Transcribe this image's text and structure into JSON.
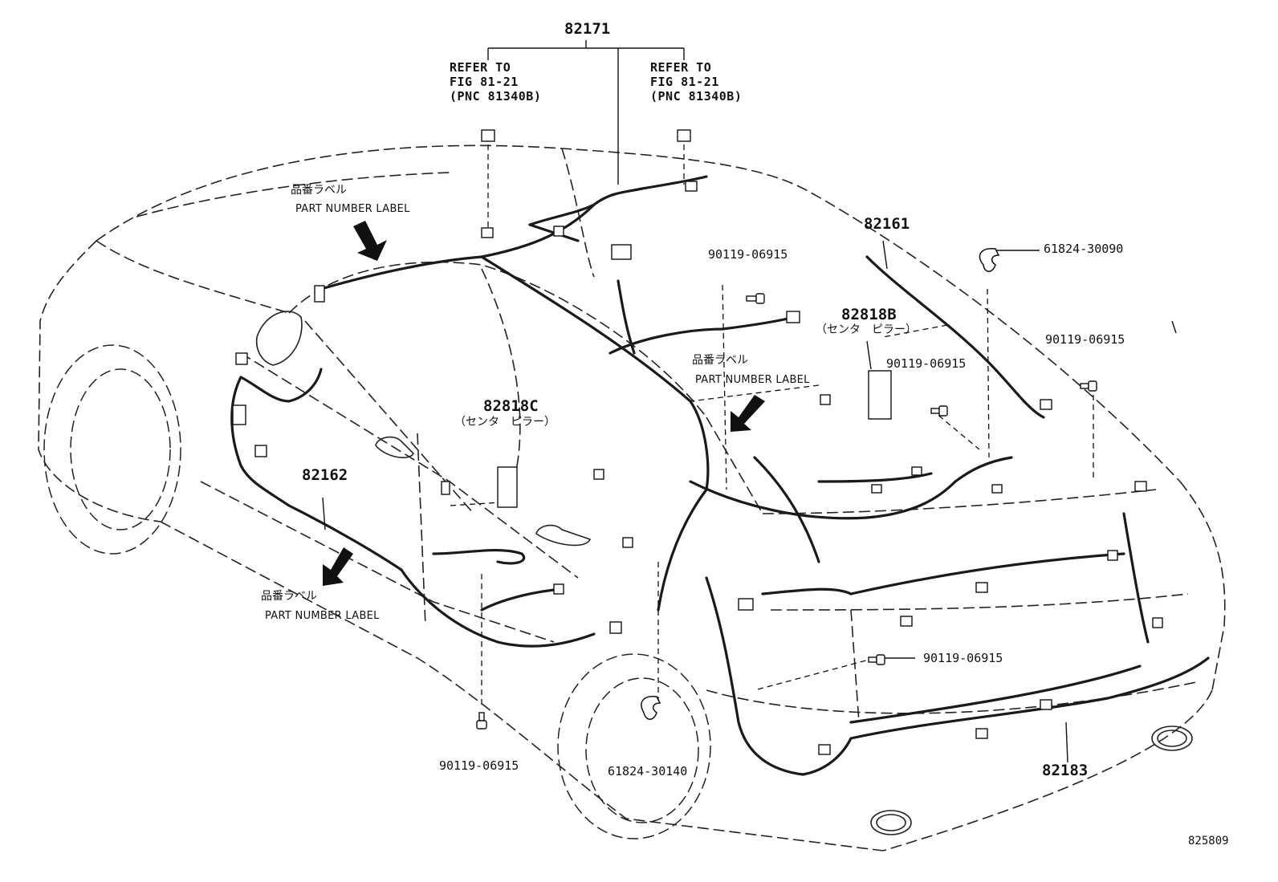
{
  "diagram": {
    "figure_code": "825809",
    "parts": {
      "p82171": "82171",
      "p82161": "82161",
      "p82162": "82162",
      "p82183": "82183",
      "p82818B": "82818B",
      "p82818C": "82818C",
      "p61824_30090": "61824-30090",
      "p61824_30140": "61824-30140",
      "bolt": "90119-06915"
    },
    "refer_left": [
      "REFER TO",
      "FIG 81-21",
      "(PNC 81340B)"
    ],
    "refer_right": [
      "REFER TO",
      "FIG 81-21",
      "(PNC 81340B)"
    ],
    "center_pillar_jp": "（センタ　ピラー）",
    "part_label_jp": "品番ラベル",
    "part_label_en": "PART NUMBER LABEL"
  }
}
